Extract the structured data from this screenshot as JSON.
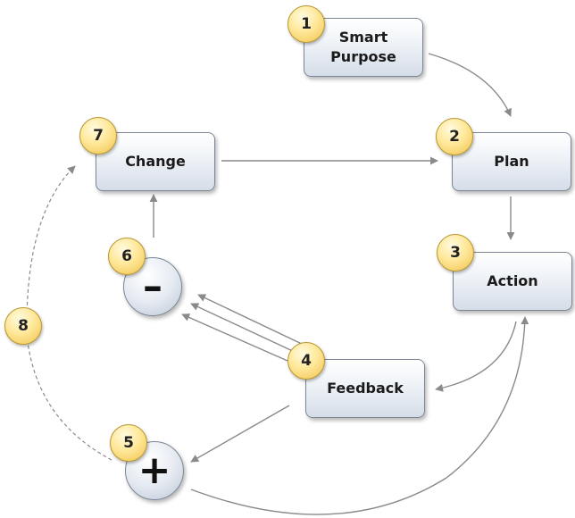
{
  "nodes": {
    "smart_purpose": {
      "label": "Smart\nPurpose",
      "number": "1"
    },
    "plan": {
      "label": "Plan",
      "number": "2"
    },
    "action": {
      "label": "Action",
      "number": "3"
    },
    "feedback": {
      "label": "Feedback",
      "number": "4"
    },
    "plus": {
      "label": "+",
      "number": "5"
    },
    "minus": {
      "label": "–",
      "number": "6"
    },
    "change": {
      "label": "Change",
      "number": "7"
    },
    "loop": {
      "number": "8"
    }
  },
  "colors": {
    "arrow": "#8a8a8a",
    "badge_fill": "#ffe89a",
    "box_fill": "#dfe6ef"
  }
}
